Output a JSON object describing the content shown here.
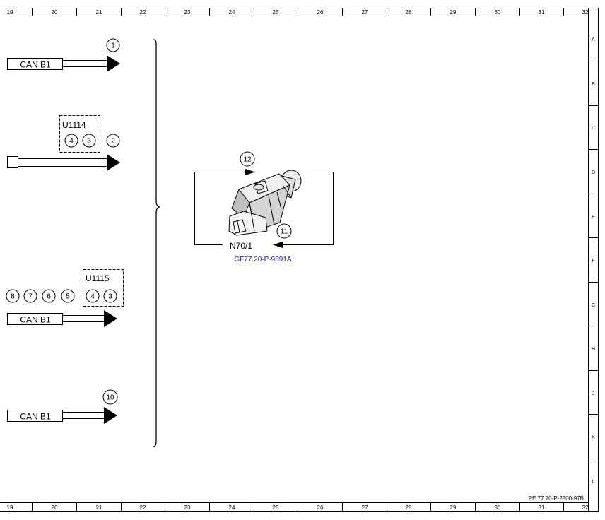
{
  "grid": {
    "columns": [
      "19",
      "20",
      "21",
      "22",
      "23",
      "24",
      "25",
      "26",
      "27",
      "28",
      "29",
      "30",
      "31",
      "32"
    ],
    "rows": [
      "A",
      "B",
      "C",
      "D",
      "E",
      "F",
      "G",
      "H",
      "J",
      "K",
      "L"
    ]
  },
  "bus_labels": {
    "can_b1_top": "CAN B1",
    "can_b1_mid": "CAN B1",
    "can_b1_bottom": "CAN B1"
  },
  "connectors": {
    "u1114": {
      "label": "U1114",
      "pins": [
        "4",
        "3"
      ]
    },
    "u1115": {
      "label": "U1115",
      "pins": [
        "4",
        "3"
      ]
    }
  },
  "callouts": {
    "c1": "1",
    "c2": "2",
    "c10": "10",
    "c11": "11",
    "c12": "12",
    "row_pins": [
      "8",
      "7",
      "6",
      "5"
    ]
  },
  "component": {
    "id": "N70/1",
    "reference": "GF77.20-P-9891A"
  },
  "footer": {
    "document_id": "PE 77.20-P-2500-97B"
  },
  "colors": {
    "line": "#000000",
    "link": "#1a1aa6",
    "connector_fill": "#d8d8d8"
  },
  "icons": {
    "arrow": "filled-triangle-arrow",
    "connector": "electrical-plug-connector"
  }
}
